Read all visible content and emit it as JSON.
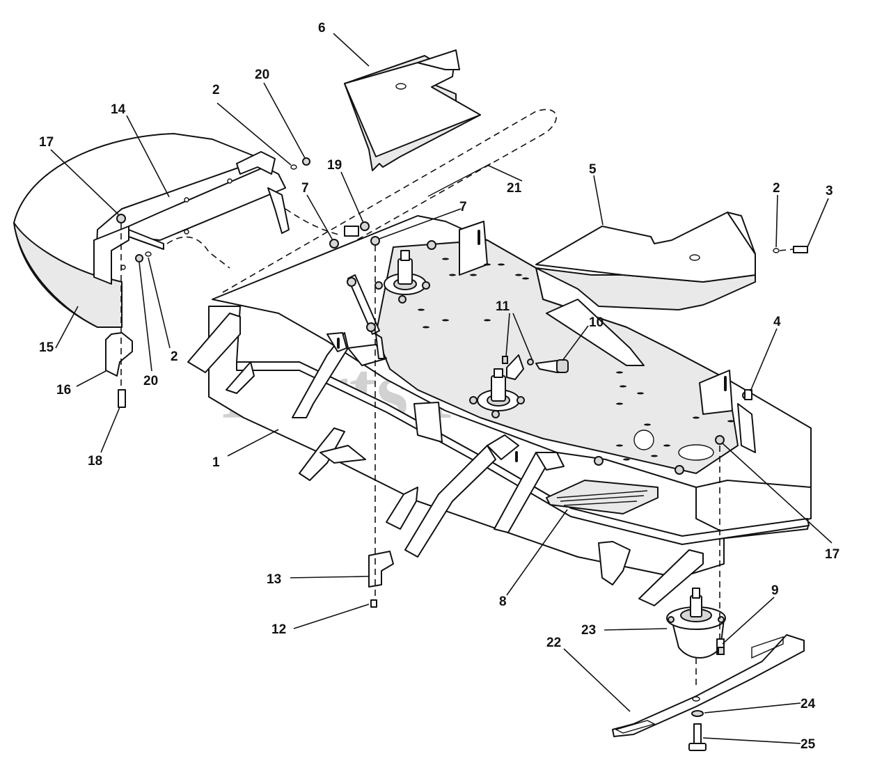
{
  "watermark": {
    "text": "PartsTree",
    "trademark": "TM"
  },
  "callouts": {
    "c1": "1",
    "c2a": "2",
    "c2b": "2",
    "c2c": "2",
    "c3": "3",
    "c4": "4",
    "c5": "5",
    "c6": "6",
    "c7a": "7",
    "c7b": "7",
    "c8": "8",
    "c9": "9",
    "c10": "10",
    "c11": "11",
    "c12": "12",
    "c13": "13",
    "c14": "14",
    "c15": "15",
    "c16": "16",
    "c17a": "17",
    "c17b": "17",
    "c18": "18",
    "c19": "19",
    "c20a": "20",
    "c20b": "20",
    "c21": "21",
    "c22": "22",
    "c23": "23",
    "c24": "24",
    "c25": "25"
  }
}
